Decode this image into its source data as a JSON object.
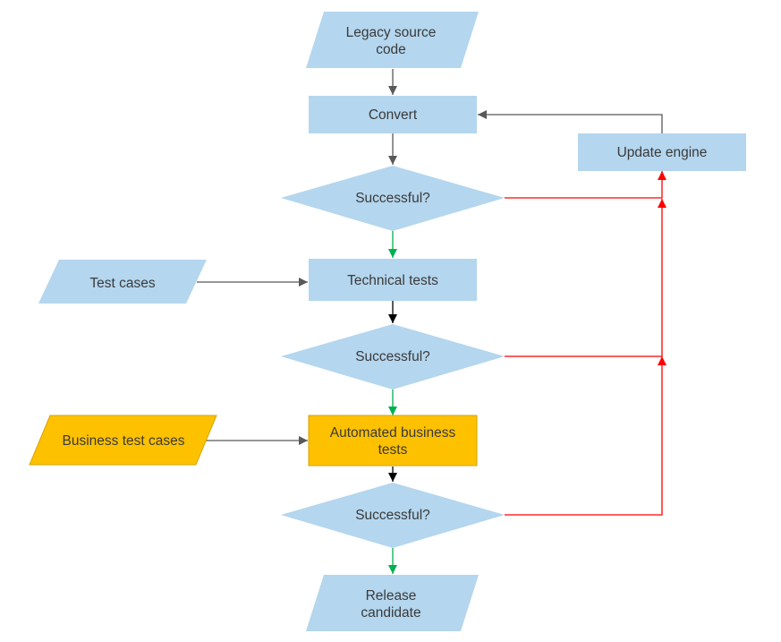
{
  "colors": {
    "blue_fill": "#b4d6ee",
    "orange_fill": "#fdc100",
    "orange_stroke": "#d6a300",
    "gray_arrow": "#595959",
    "green_arrow": "#00b050",
    "black_arrow": "#000000",
    "red_arrow": "#ff0000"
  },
  "nodes": {
    "legacy": {
      "line1": "Legacy source",
      "line2": "code",
      "shape": "parallelogram"
    },
    "convert": {
      "label": "Convert",
      "shape": "rectangle"
    },
    "update": {
      "label": "Update engine",
      "shape": "rectangle"
    },
    "decision1": {
      "label": "Successful?",
      "shape": "diamond"
    },
    "test_cases": {
      "label": "Test cases",
      "shape": "parallelogram"
    },
    "technical": {
      "label": "Technical tests",
      "shape": "rectangle"
    },
    "decision2": {
      "label": "Successful?",
      "shape": "diamond"
    },
    "business_cases": {
      "label": "Business test cases",
      "shape": "parallelogram"
    },
    "automated": {
      "line1": "Automated business",
      "line2": "tests",
      "shape": "rectangle"
    },
    "decision3": {
      "label": "Successful?",
      "shape": "diamond"
    },
    "release": {
      "line1": "Release",
      "line2": "candidate",
      "shape": "parallelogram"
    }
  },
  "edges": [
    {
      "from": "legacy",
      "to": "convert",
      "color": "gray"
    },
    {
      "from": "convert",
      "to": "decision1",
      "color": "gray"
    },
    {
      "from": "decision1",
      "to": "technical",
      "color": "green"
    },
    {
      "from": "decision1",
      "to": "update",
      "color": "red"
    },
    {
      "from": "test_cases",
      "to": "technical",
      "color": "gray"
    },
    {
      "from": "technical",
      "to": "decision2",
      "color": "black"
    },
    {
      "from": "decision2",
      "to": "automated",
      "color": "green"
    },
    {
      "from": "decision2",
      "to": "update",
      "color": "red"
    },
    {
      "from": "business_cases",
      "to": "automated",
      "color": "gray"
    },
    {
      "from": "automated",
      "to": "decision3",
      "color": "black"
    },
    {
      "from": "decision3",
      "to": "release",
      "color": "green"
    },
    {
      "from": "decision3",
      "to": "update",
      "color": "red"
    },
    {
      "from": "update",
      "to": "convert",
      "color": "gray"
    }
  ]
}
